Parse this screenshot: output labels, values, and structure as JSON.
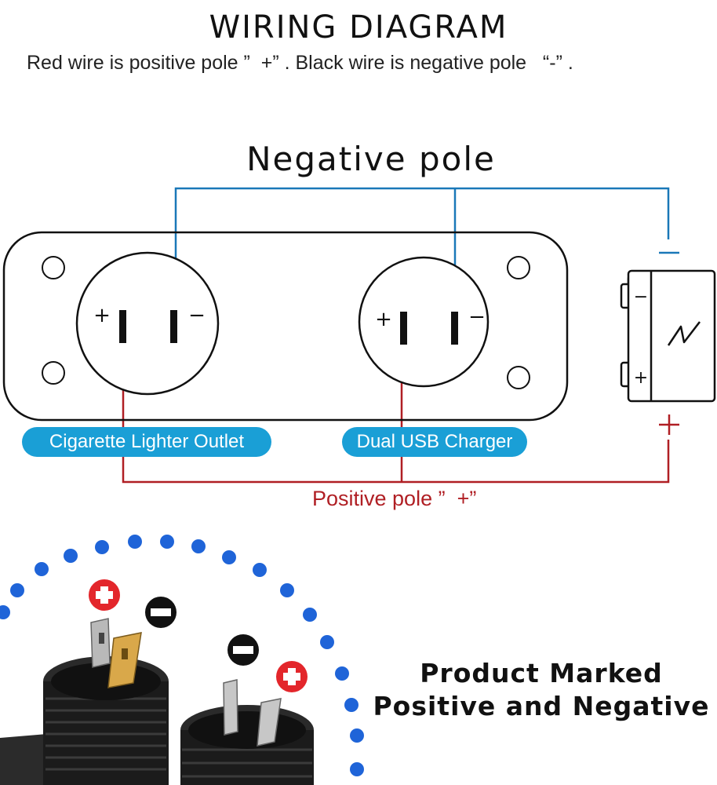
{
  "title": "WIRING DIAGRAM",
  "subtitle": "Red wire is positive pole ”  +” . Black wire is negative pole   “-” .",
  "negative_pole_label": "Negative pole",
  "positive_pole_label": "Positive pole ”  +”",
  "outlet_left_label": "Cigarette Lighter Outlet",
  "outlet_right_label": "Dual USB Charger",
  "terminal_plus": "+",
  "terminal_minus": "−",
  "battery_minus": "−",
  "battery_plus": "+",
  "battery_top_marker": "—",
  "battery_bottom_marker": "+",
  "product_marked_line1": "Product Marked",
  "product_marked_line2": "Positive and Negative",
  "colors": {
    "negative_wire": "#1a78b8",
    "positive_wire": "#b01f24",
    "label_pill": "#1a9fd6",
    "dots": "#1f64d8"
  },
  "icons": [
    "lightning-icon",
    "plus-badge-icon",
    "minus-badge-icon"
  ]
}
